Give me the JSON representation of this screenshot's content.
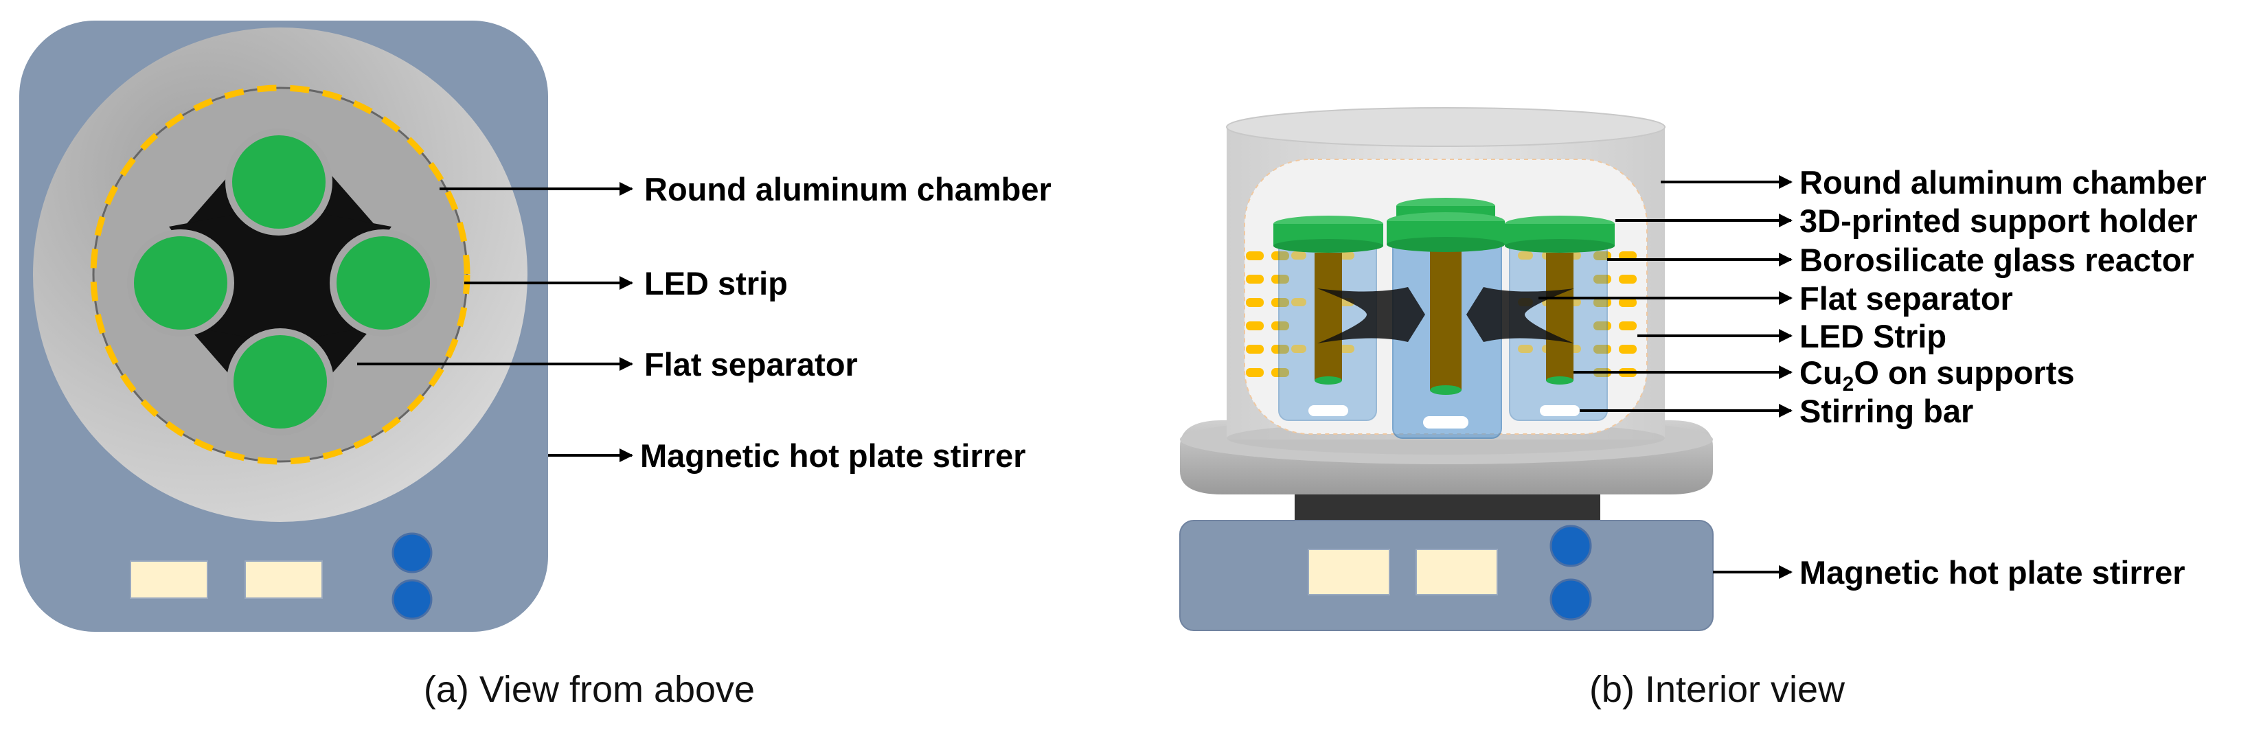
{
  "panel_a": {
    "caption": "(a) View from above",
    "labels": {
      "chamber": "Round aluminum chamber",
      "led": "LED strip",
      "separator": "Flat separator",
      "stirrer": "Magnetic hot plate stirrer"
    }
  },
  "panel_b": {
    "caption": "(b) Interior view",
    "labels": {
      "chamber": "Round aluminum chamber",
      "holder": "3D-printed support holder",
      "reactor": "Borosilicate glass reactor",
      "separator": "Flat separator",
      "led": "LED Strip",
      "cu2o_main": "Cu",
      "cu2o_sub": "2",
      "cu2o_rest": "O on supports",
      "stirbar": "Stirring bar",
      "stirrer": "Magnetic hot plate stirrer"
    }
  },
  "colors": {
    "plate": "#8497b0",
    "chamber_light": "#d9d9d9",
    "chamber_dark": "#a6a6a6",
    "reactor_cap": "#22b14c",
    "led": "#ffc000",
    "separator": "#111111",
    "support": "#7f6000",
    "knob": "#1565c0",
    "display": "#fff2cc",
    "glass": "#5b9bd5"
  }
}
